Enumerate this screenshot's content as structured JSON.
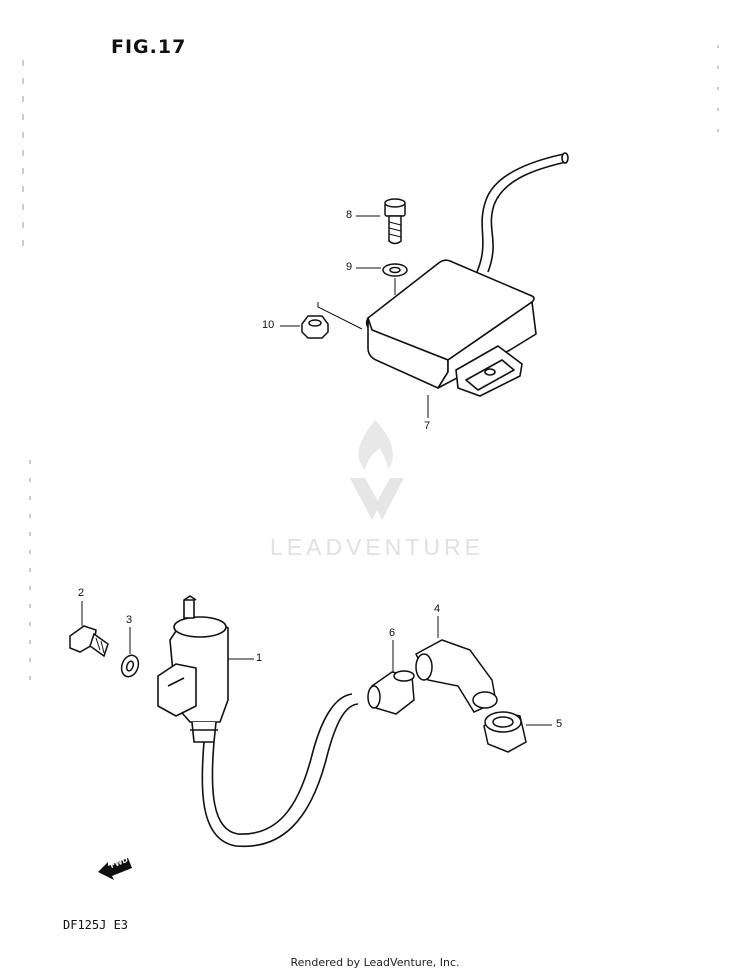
{
  "figure": {
    "title": "FIG.17"
  },
  "callouts": [
    {
      "id": "1",
      "label": "1"
    },
    {
      "id": "2",
      "label": "2"
    },
    {
      "id": "3",
      "label": "3"
    },
    {
      "id": "4",
      "label": "4"
    },
    {
      "id": "5",
      "label": "5"
    },
    {
      "id": "6",
      "label": "6"
    },
    {
      "id": "7",
      "label": "7"
    },
    {
      "id": "8",
      "label": "8"
    },
    {
      "id": "9",
      "label": "9"
    },
    {
      "id": "10",
      "label": "10"
    }
  ],
  "direction_marker": {
    "label": "FWD",
    "icon": "forward-arrow-icon"
  },
  "model_code": "DF125J E3",
  "watermark": {
    "text": "LEADVENTURE",
    "icon": "leadventure-logo-icon",
    "color": "#e1e1e1"
  },
  "footer": {
    "credit": "Rendered by LeadVenture, Inc."
  }
}
